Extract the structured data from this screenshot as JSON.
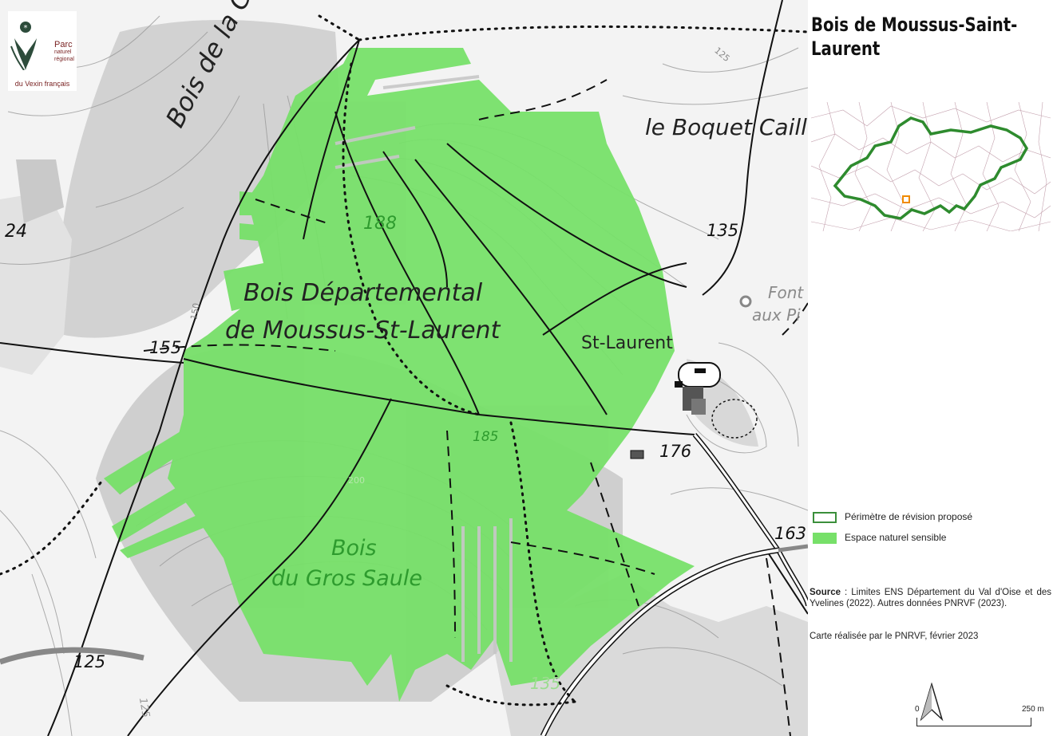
{
  "title": "Bois de Moussus-Saint-Laurent",
  "logo": {
    "park": "Parc",
    "sub1": "naturel",
    "sub2": "régional",
    "region": "du Vexin français"
  },
  "map": {
    "labels": {
      "glissiere": "Bois de la Glissière",
      "bois_dep_line1": "Bois Départemental",
      "bois_dep_line2": "de Moussus-St-Laurent",
      "st_laurent": "St-Laurent",
      "gros_saule_1": "Bois",
      "gros_saule_2": "du Gros Saule",
      "boquet": "le Boquet Caill",
      "fontaine_1": "Font",
      "fontaine_2": "aux Pi"
    },
    "elevations": {
      "e188": "188",
      "e185": "185",
      "e135a": "135",
      "e135b": "135",
      "e155": "155",
      "e176": "176",
      "e163": "163",
      "e125a": "125",
      "e24": "24",
      "c150": "150",
      "c125a": "125",
      "c125b": "125",
      "c200": "200"
    }
  },
  "legend": {
    "items": [
      {
        "label": "Périmètre de révision proposé",
        "color": "#3b8f3b",
        "style": "outline"
      },
      {
        "label": "Espace naturel sensible",
        "color": "#77e069",
        "style": "fill"
      }
    ]
  },
  "source": {
    "heading": "Source",
    "text": ": Limites ENS Département du Val d'Oise et des Yvelines (2022). Autres données PNRVF (2023).",
    "credit": "Carte réalisée par le PNRVF, février 2023"
  },
  "scalebar": {
    "start": "0",
    "end": "250 m"
  },
  "colors": {
    "ens_green": "#77e069",
    "perimeter": "#3b8f3b",
    "marker": "#f08a00"
  }
}
